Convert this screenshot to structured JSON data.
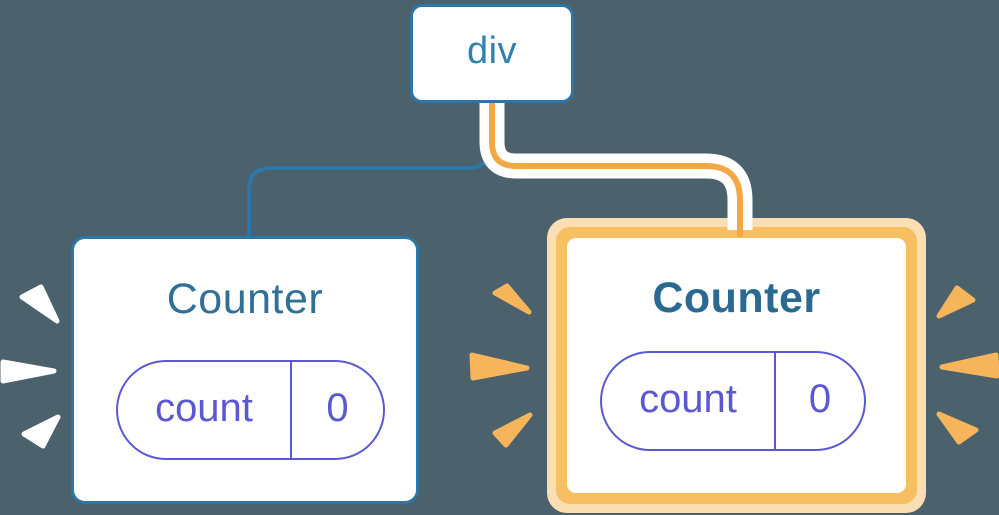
{
  "diagram": {
    "description": "Component tree: div root with two Counter children; right Counter highlighted as newly mounted",
    "root": {
      "label": "div"
    },
    "children": [
      {
        "id": "counter-left",
        "title": "Counter",
        "highlighted": false,
        "state": {
          "key": "count",
          "value": "0"
        }
      },
      {
        "id": "counter-right",
        "title": "Counter",
        "highlighted": true,
        "state": {
          "key": "count",
          "value": "0"
        }
      }
    ]
  },
  "colors": {
    "background": "#4B616C",
    "node_border_blue": "#2C77A8",
    "node_text_blue": "#3181B1",
    "counter_title": "#2E7096",
    "state_purple": "#5B58D2",
    "connector_blue": "#2C77A8",
    "connector_orange": "#F2A845",
    "connector_casing": "#FFFFFF",
    "highlight_ring_orange": "#F8BE62",
    "highlight_ring_light": "#FBDFB2",
    "card_background": "#FFFFFF",
    "spark_white": "#FFFFFF",
    "spark_orange": "#F6B45B"
  }
}
